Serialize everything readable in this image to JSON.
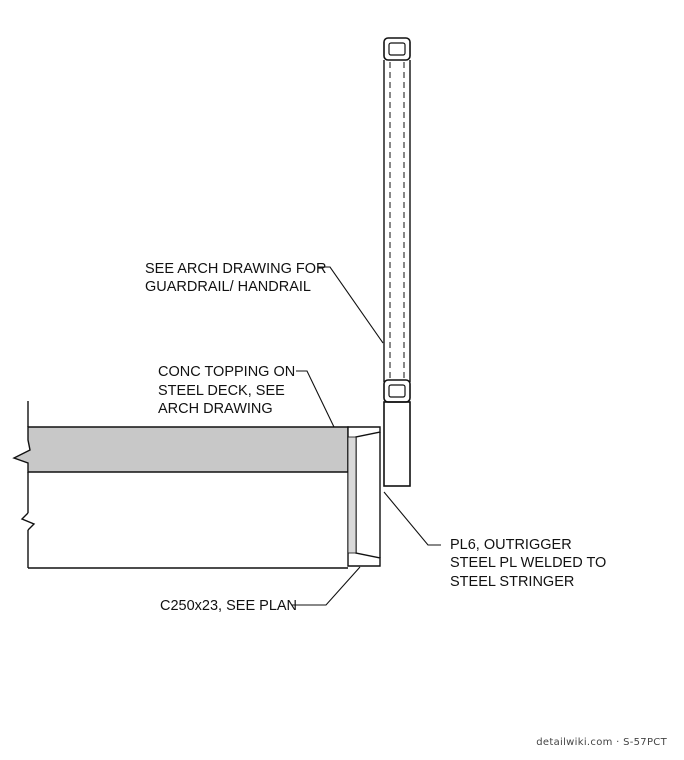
{
  "labels": {
    "guardrail": [
      "SEE ARCH DRAWING FOR",
      "GUARDRAIL/ HANDRAIL"
    ],
    "topping": [
      "CONC TOPPING ON",
      "STEEL DECK, SEE",
      "ARCH DRAWING"
    ],
    "plate": [
      "PL6, OUTRIGGER",
      "STEEL PL WELDED TO",
      "STEEL STRINGER"
    ],
    "channel": [
      "C250x23, SEE PLAN"
    ]
  },
  "credit": "detailwiki.com · S-57PCT",
  "colors": {
    "line": "#111111",
    "concrete": "#c8c8c8",
    "background": "#ffffff"
  }
}
